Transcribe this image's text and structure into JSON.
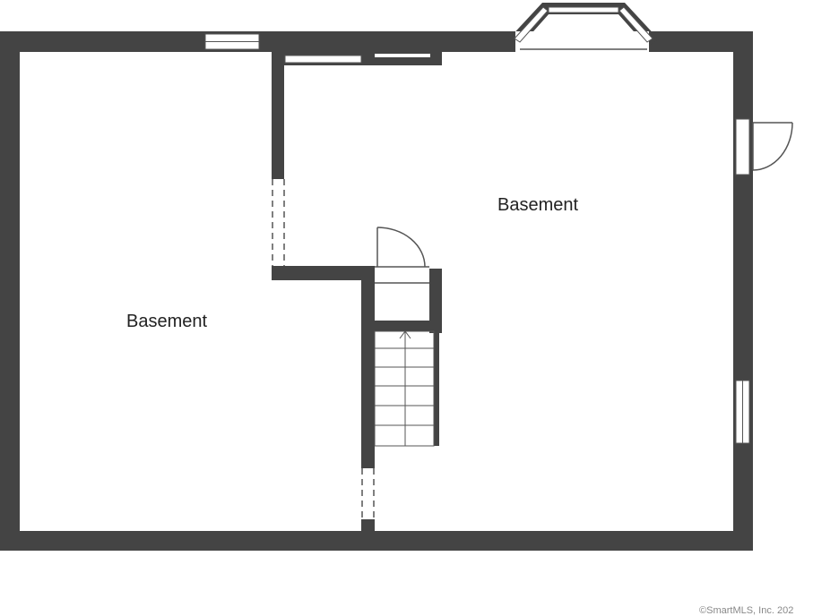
{
  "rooms": {
    "left": "Basement",
    "right": "Basement"
  },
  "copyright": "©SmartMLS, Inc. 202",
  "colors": {
    "wall": "#444444",
    "line": "#555555",
    "background": "#ffffff"
  }
}
